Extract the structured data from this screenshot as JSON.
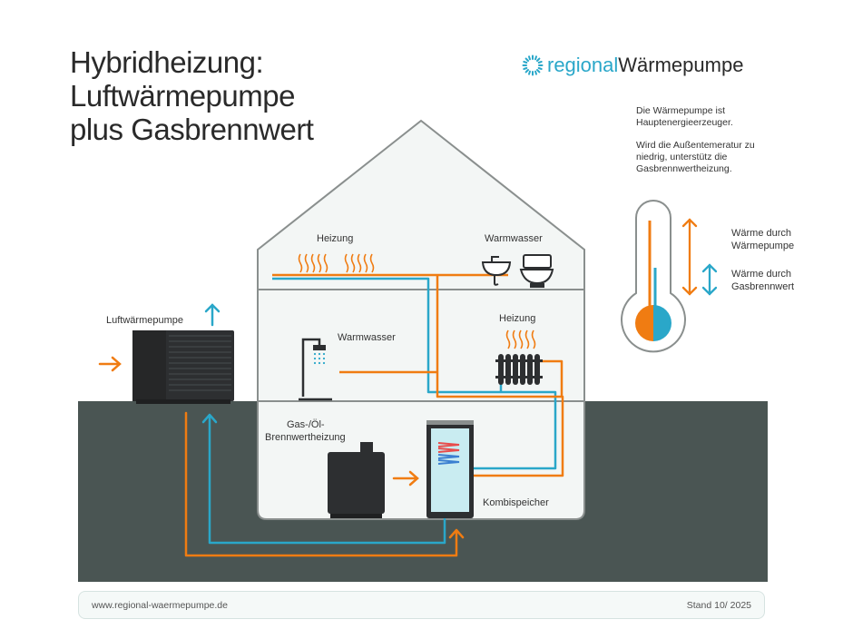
{
  "title": {
    "line1": "Hybridheizung:",
    "line2": "Luftwärmepumpe",
    "line3": "plus Gasbrennwert"
  },
  "logo": {
    "part1": "regional",
    "part2": "Wärmepumpe",
    "icon": "sun-burst-icon"
  },
  "note": {
    "p1": "Die Wärmepumpe ist Hauptenergieerzeuger.",
    "p2": "Wird die Außentemeratur zu niedrig, unterstütz die Gasbrennwertheizung."
  },
  "legend": {
    "warm_wp_line1": "Wärme durch",
    "warm_wp_line2": "Wärmepumpe",
    "warm_gas_line1": "Wärme durch",
    "warm_gas_line2": "Gasbrennwert"
  },
  "labels": {
    "heizung_top": "Heizung",
    "warmwasser_top": "Warmwasser",
    "luftwaermepumpe": "Luftwärmepumpe",
    "warmwasser_mid": "Warmwasser",
    "heizung_mid": "Heizung",
    "brenner_line1": "Gas-/Öl-",
    "brenner_line2": "Brennwertheizung",
    "kombispeicher": "Kombispeicher"
  },
  "footer": {
    "url": "www.regional-waermepumpe.de",
    "stand": "Stand 10/ 2025"
  },
  "colors": {
    "orange": "#f07c12",
    "blue": "#2aa7c9",
    "ground": "#4a5553",
    "house_fill": "#f3f6f5",
    "house_stroke": "#8a8f8e"
  },
  "icons": {
    "shower": "shower-icon",
    "sink": "sink-icon",
    "toilet": "toilet-icon",
    "radiator": "radiator-icon",
    "heat_pump": "heat-pump-unit",
    "boiler": "gas-boiler-icon",
    "storage": "combi-storage-tank",
    "thermometer": "thermometer-icon"
  }
}
